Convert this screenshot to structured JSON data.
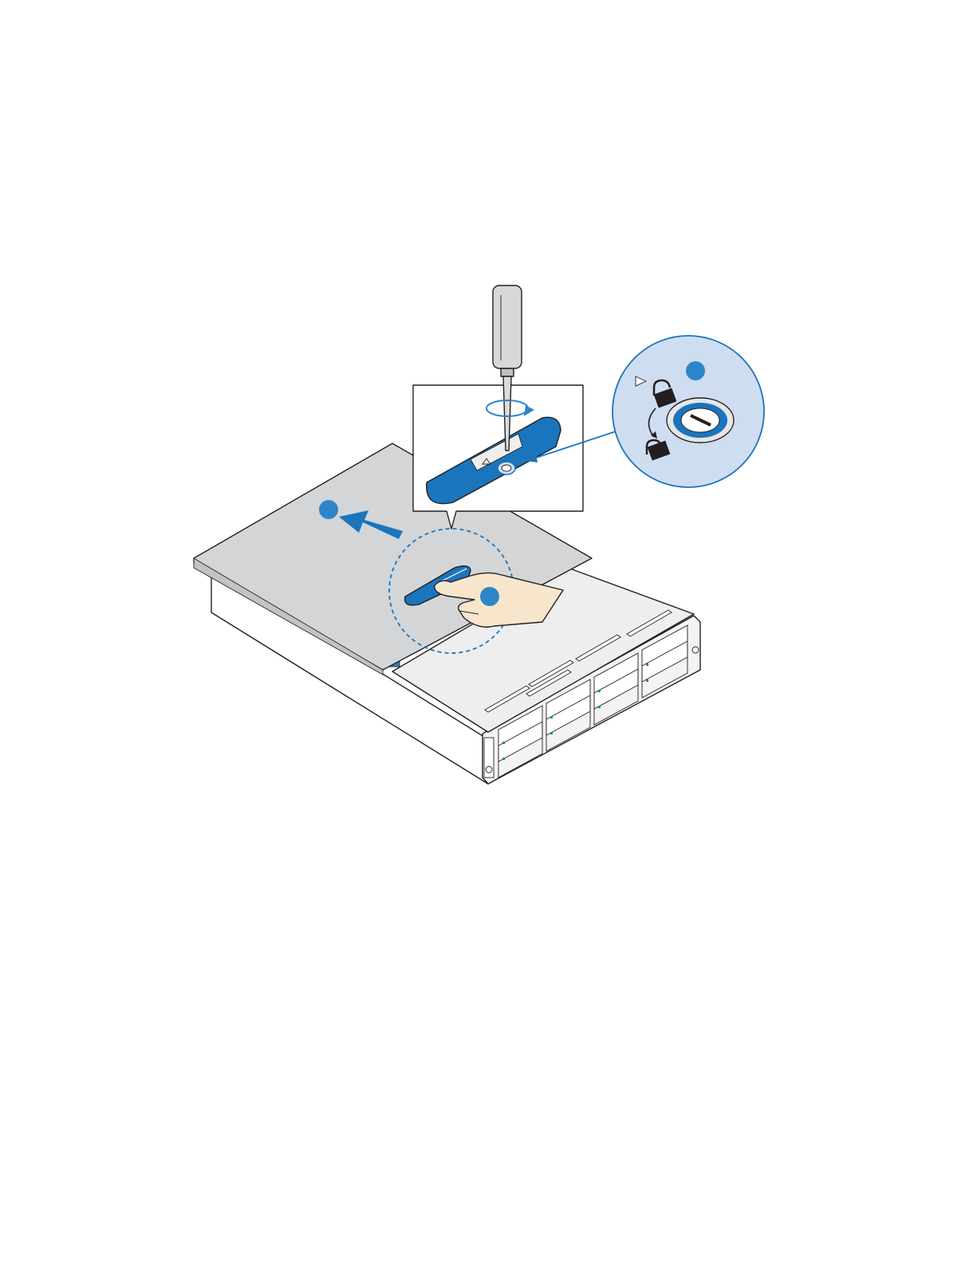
{
  "figure": {
    "description_visible_text": [],
    "callouts": [
      {
        "id": "callout-1",
        "label": ""
      },
      {
        "id": "callout-2",
        "label": ""
      },
      {
        "id": "callout-3",
        "label": ""
      }
    ],
    "colors": {
      "accent_blue": "#1a75bc",
      "callout_blue": "#2d85c9",
      "inset_circle_fill": "#cfddf0",
      "cover_gray": "#d4d5d7",
      "chassis_light": "#eeeeef",
      "outline": "#231f20",
      "skin": "#f7e6cc"
    },
    "icons": {
      "unlock": "unlock-icon",
      "lock": "lock-icon",
      "triangle_marker": "triangle-marker-icon",
      "rotation": "rotation-arrow-icon",
      "direction_arrow": "slide-arrow-icon",
      "screwdriver": "screwdriver-icon",
      "hand": "hand-icon"
    }
  }
}
